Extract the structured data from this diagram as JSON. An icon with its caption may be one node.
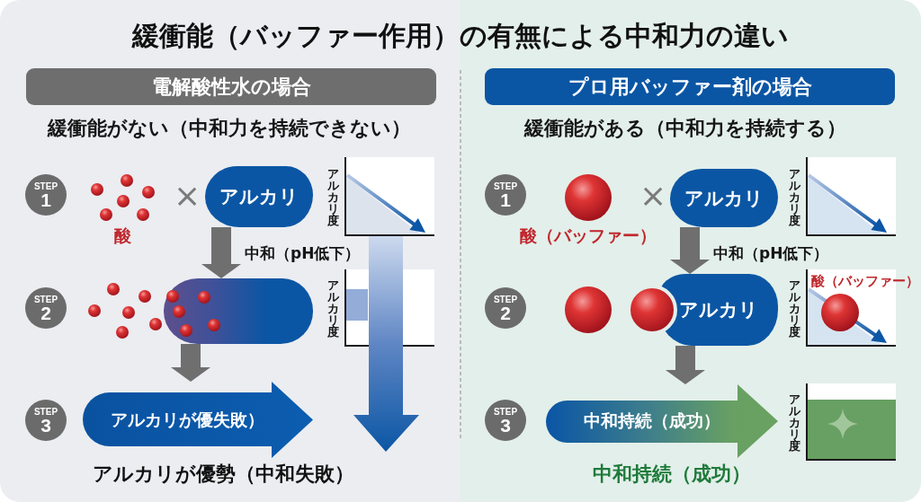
{
  "diagram": {
    "title": "緩衝能（バッファー作用）の有無による中和力の違い",
    "nodes": [
      {
        "text": [
          "電解酸性水の場合"
        ]
      },
      {
        "text": [
          "STEP",
          "1"
        ]
      },
      {
        "text": [
          "アルカリ"
        ]
      },
      {
        "text": [
          "アルカリ度"
        ]
      },
      {
        "text": [
          "STEP",
          "2"
        ]
      },
      {
        "text": [],
        "shape": "box"
      },
      {
        "text": [
          "アルカリ度"
        ]
      },
      {
        "text": [
          "STEP",
          "3"
        ]
      },
      {
        "text": [
          "アルカリが優失敗）"
        ],
        "beside": [
          "アルカリが優勢（中和失敗）"
        ]
      },
      {
        "text": [
          "プロ用バッファー剤の場合"
        ]
      },
      {
        "text": [
          "STEP",
          "1"
        ]
      },
      {
        "text": [
          "アルカリ"
        ]
      },
      {
        "text": [
          "アルカリ度"
        ]
      },
      {
        "text": [
          "STEP",
          "2"
        ]
      },
      {
        "text": [
          "アルカリ"
        ]
      },
      {
        "text": [
          "アルカリ度",
          "酸（バッファー）"
        ]
      },
      {
        "text": [
          "STEP",
          "3"
        ]
      },
      {
        "text": [
          "中和持続（成功）"
        ],
        "beside": [
          "中和持続（成功）"
        ]
      },
      {
        "text": [
          "アルカリ度"
        ]
      }
    ],
    "edges": [
      {
        "from": 2,
        "to": 5,
        "arrow": "to",
        "label": "中和（pH低下）"
      },
      {
        "from": 5,
        "to": 8,
        "arrow": "to"
      },
      {
        "from": 11,
        "to": 14,
        "arrow": "to",
        "label": "中和（pH低下）"
      },
      {
        "from": 14,
        "to": 17,
        "arrow": "to"
      }
    ],
    "labels": [
      "緩衝能がない（中和力を持続できない）",
      "×",
      "酸",
      "緩衝能がある（中和力を持続する）",
      "×",
      "酸（バッファー）"
    ]
  }
}
